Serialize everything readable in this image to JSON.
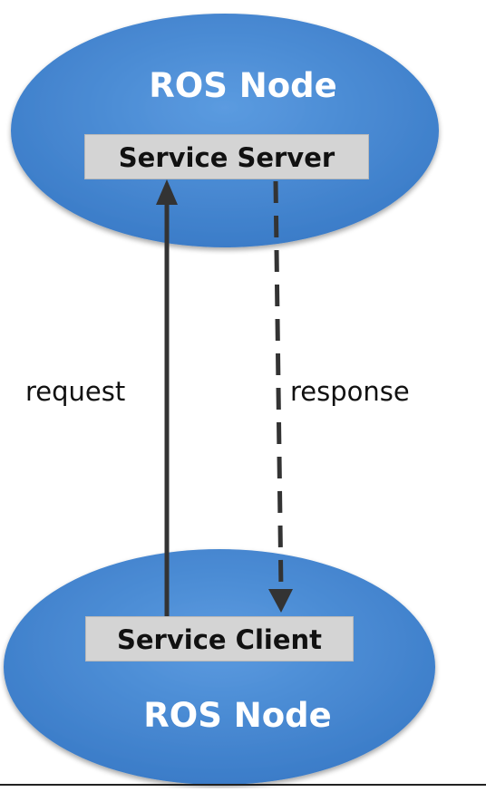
{
  "nodes": {
    "top": {
      "title": "ROS Node",
      "service": "Service Server"
    },
    "bottom": {
      "title": "ROS Node",
      "service": "Service Client"
    }
  },
  "edges": {
    "request": "request",
    "response": "response"
  },
  "colors": {
    "node_fill": "#4f8fd6",
    "node_fill_dark": "#3a78c2",
    "box_fill": "#d4d4d4",
    "arrow": "#333333"
  }
}
